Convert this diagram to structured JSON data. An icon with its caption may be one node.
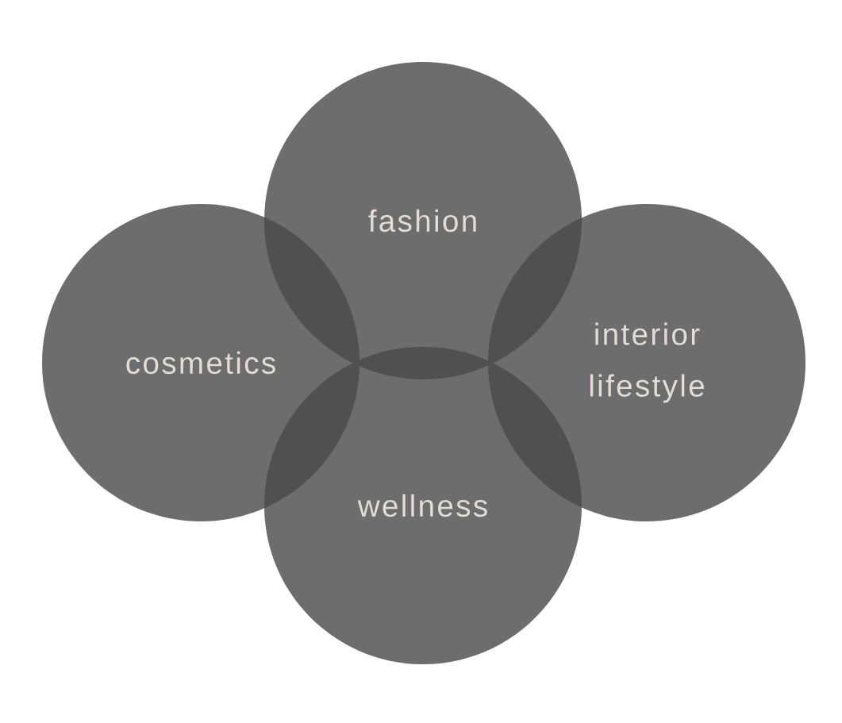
{
  "diagram": {
    "nodes": [
      {
        "text": [
          "fashion"
        ]
      },
      {
        "text": [
          "cosmetics"
        ]
      },
      {
        "text": [
          "interior lifestyle"
        ]
      },
      {
        "text": [
          "wellness"
        ]
      }
    ]
  }
}
